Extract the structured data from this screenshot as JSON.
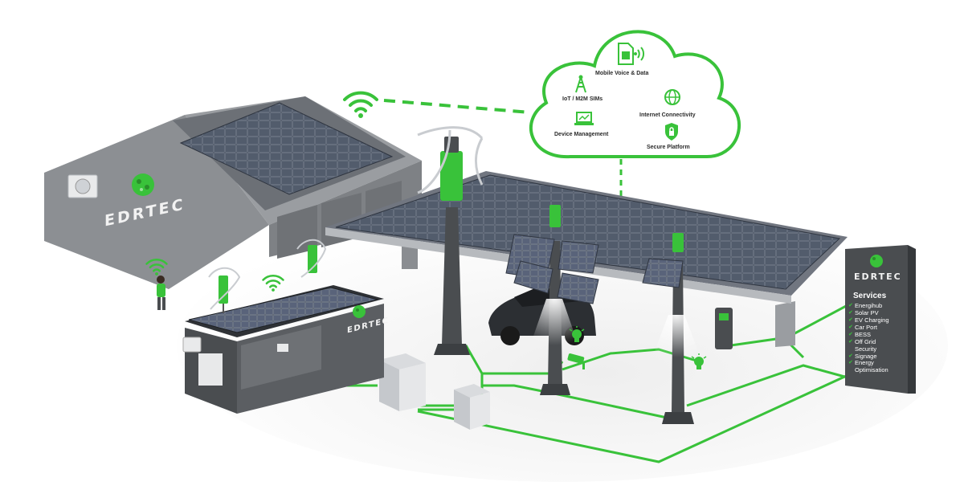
{
  "brand": {
    "name": "EDRTEC",
    "accent_color": "#39c23a",
    "dark_color": "#4a4d50"
  },
  "cloud": {
    "items": [
      {
        "label": "Mobile Voice & Data",
        "icon": "sim-card-signal-icon"
      },
      {
        "label": "IoT / M2M SIMs",
        "icon": "cell-tower-icon"
      },
      {
        "label": "Internet Connectivity",
        "icon": "globe-icon"
      },
      {
        "label": "Device Management",
        "icon": "laptop-chart-icon"
      },
      {
        "label": "Secure Platform",
        "icon": "shield-lock-icon"
      }
    ]
  },
  "signage": {
    "heading": "Services",
    "services": [
      "Energihub",
      "Solar PV",
      "EV Charging",
      "Car Port",
      "BESS",
      "Off Grid Security",
      "Signage",
      "Energy Optimisation"
    ]
  },
  "icons": [
    "wifi-icon",
    "light-bulb-icon",
    "cctv-camera-icon"
  ]
}
